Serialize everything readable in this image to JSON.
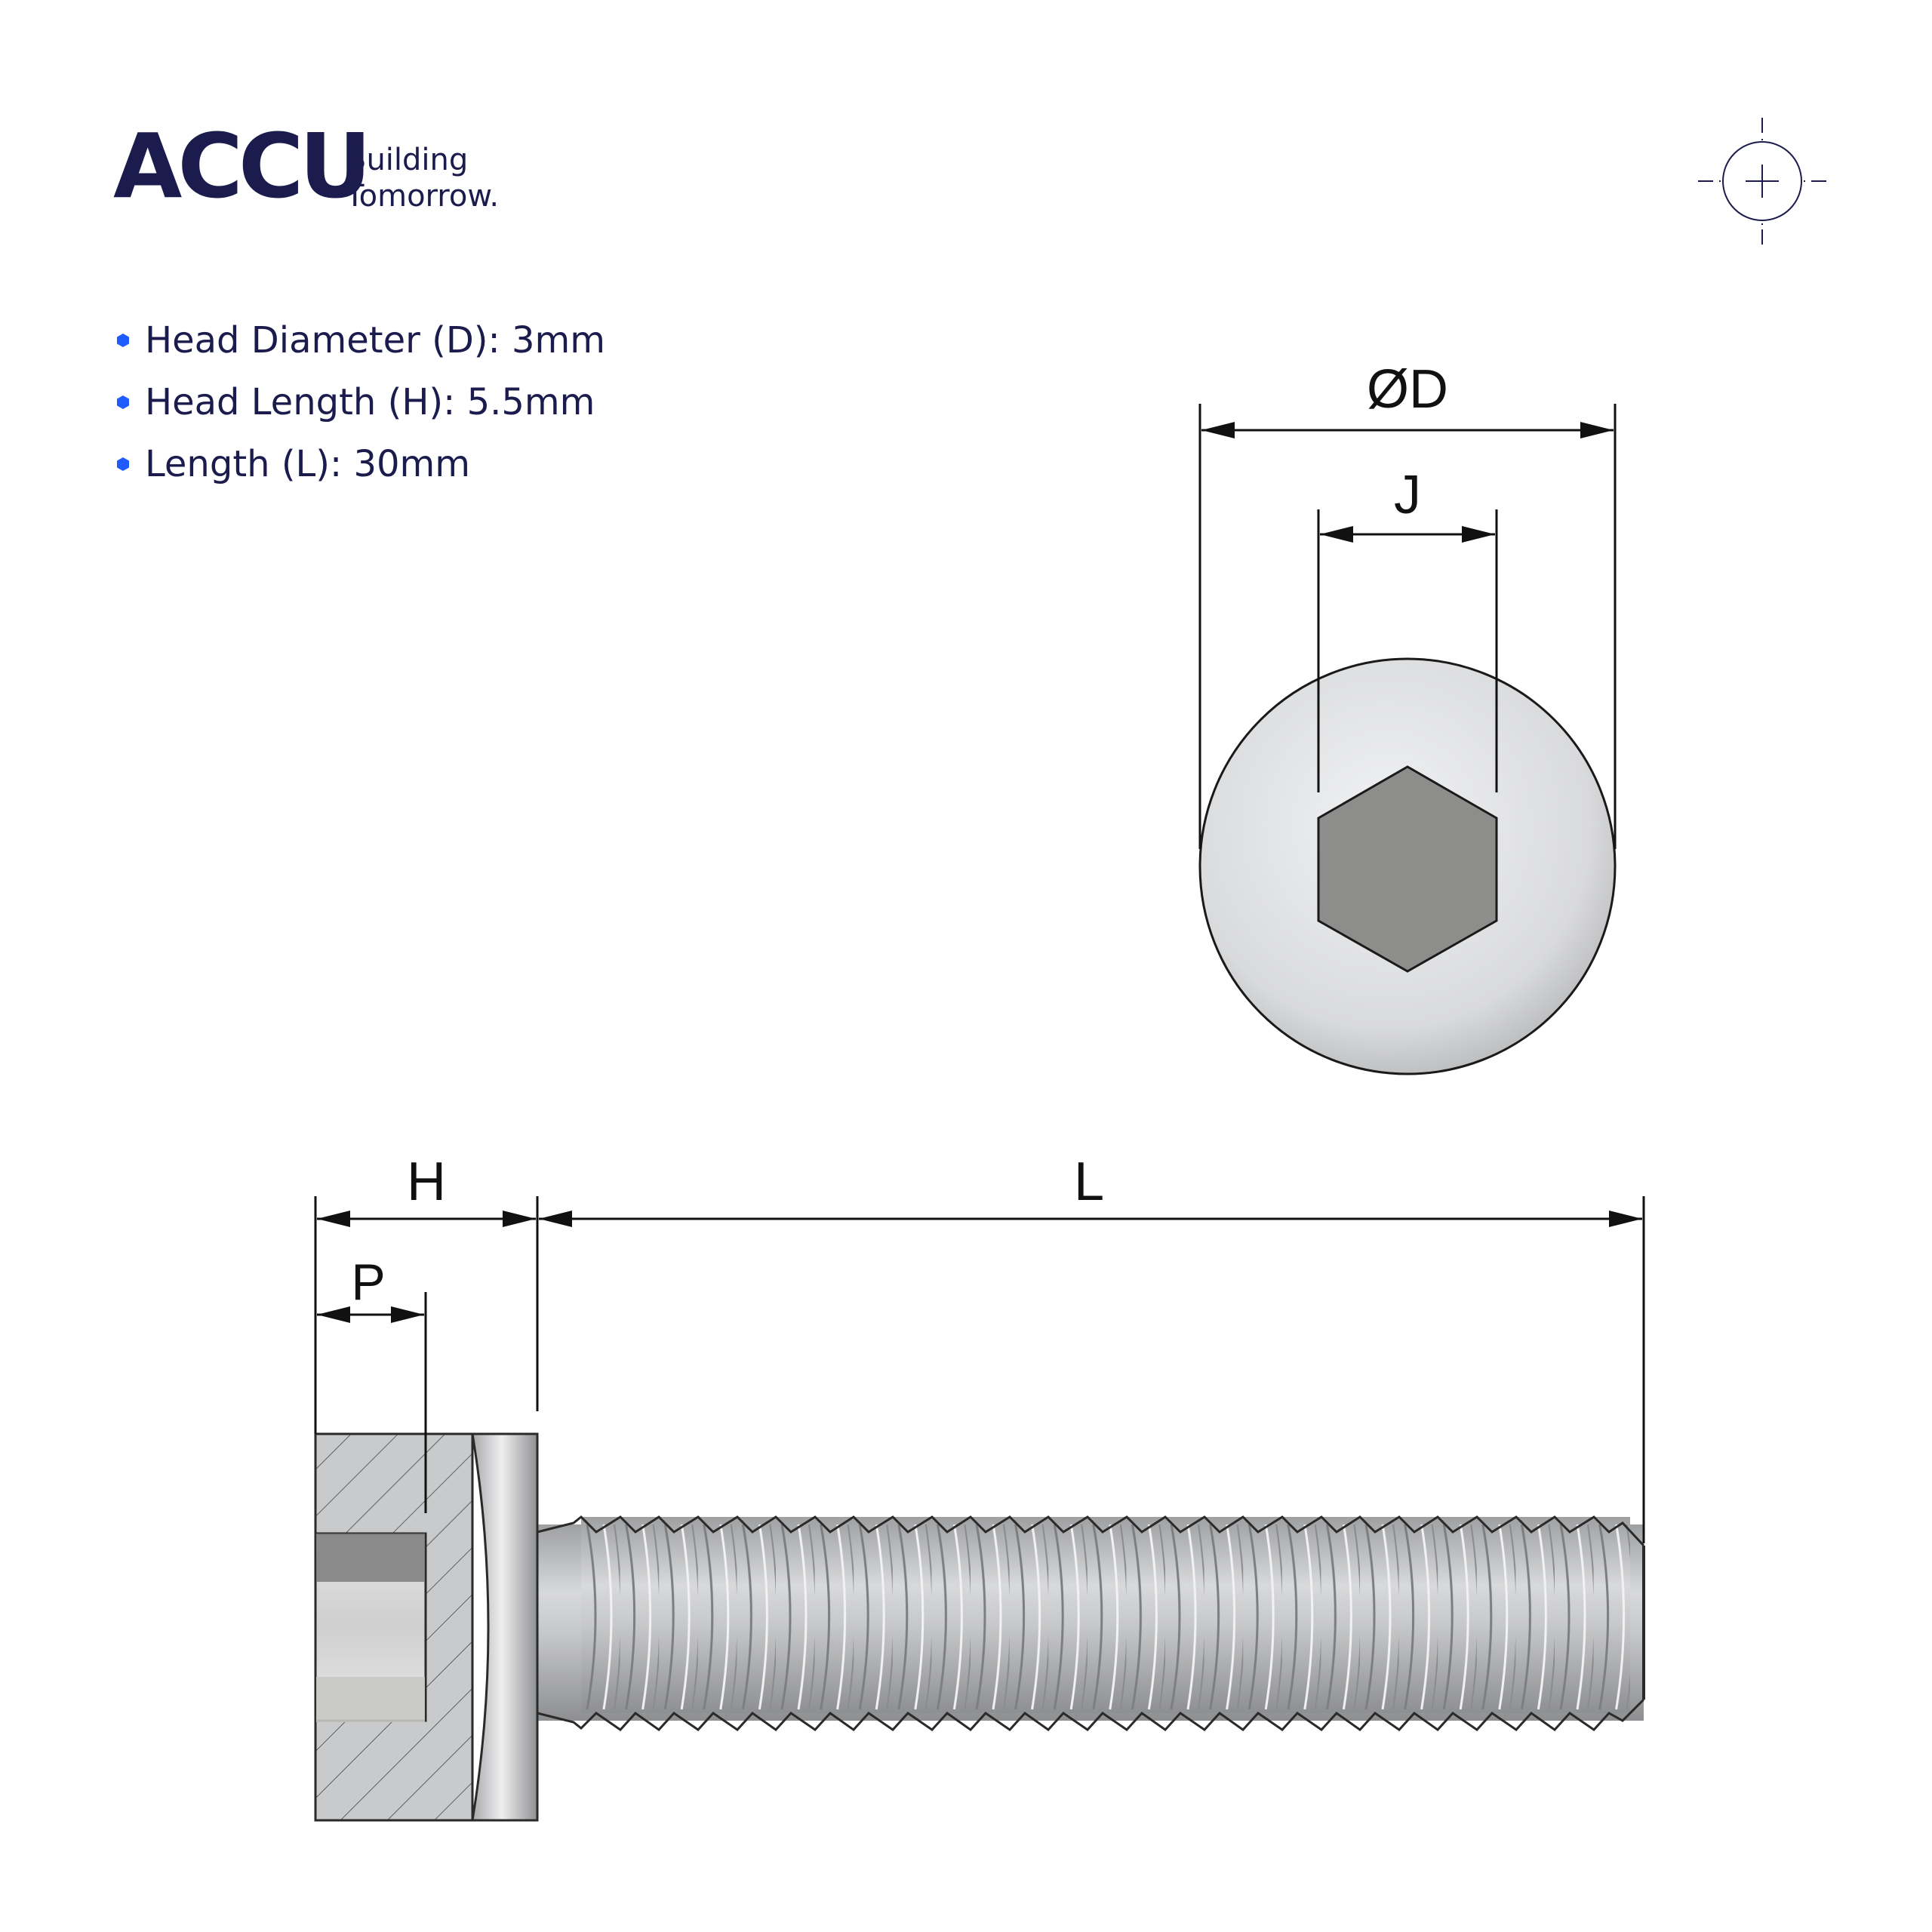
{
  "logo": {
    "wordmark": "ACCU",
    "tagline_line1": "Building",
    "tagline_line2": "Tomorrow."
  },
  "specs": [
    "Head Diameter (D): 3mm",
    "Head Length (H): 5.5mm",
    "Length (L): 30mm"
  ],
  "dimension_labels": {
    "diameter": "ØD",
    "hex_width": "J",
    "head_length": "H",
    "length": "L",
    "socket_depth": "P"
  },
  "colors": {
    "brand_navy": "#1b1c4d",
    "bullet_blue": "#1f5bff",
    "steel": "#c8c9cb",
    "hex_socket": "#8d8d8c"
  }
}
